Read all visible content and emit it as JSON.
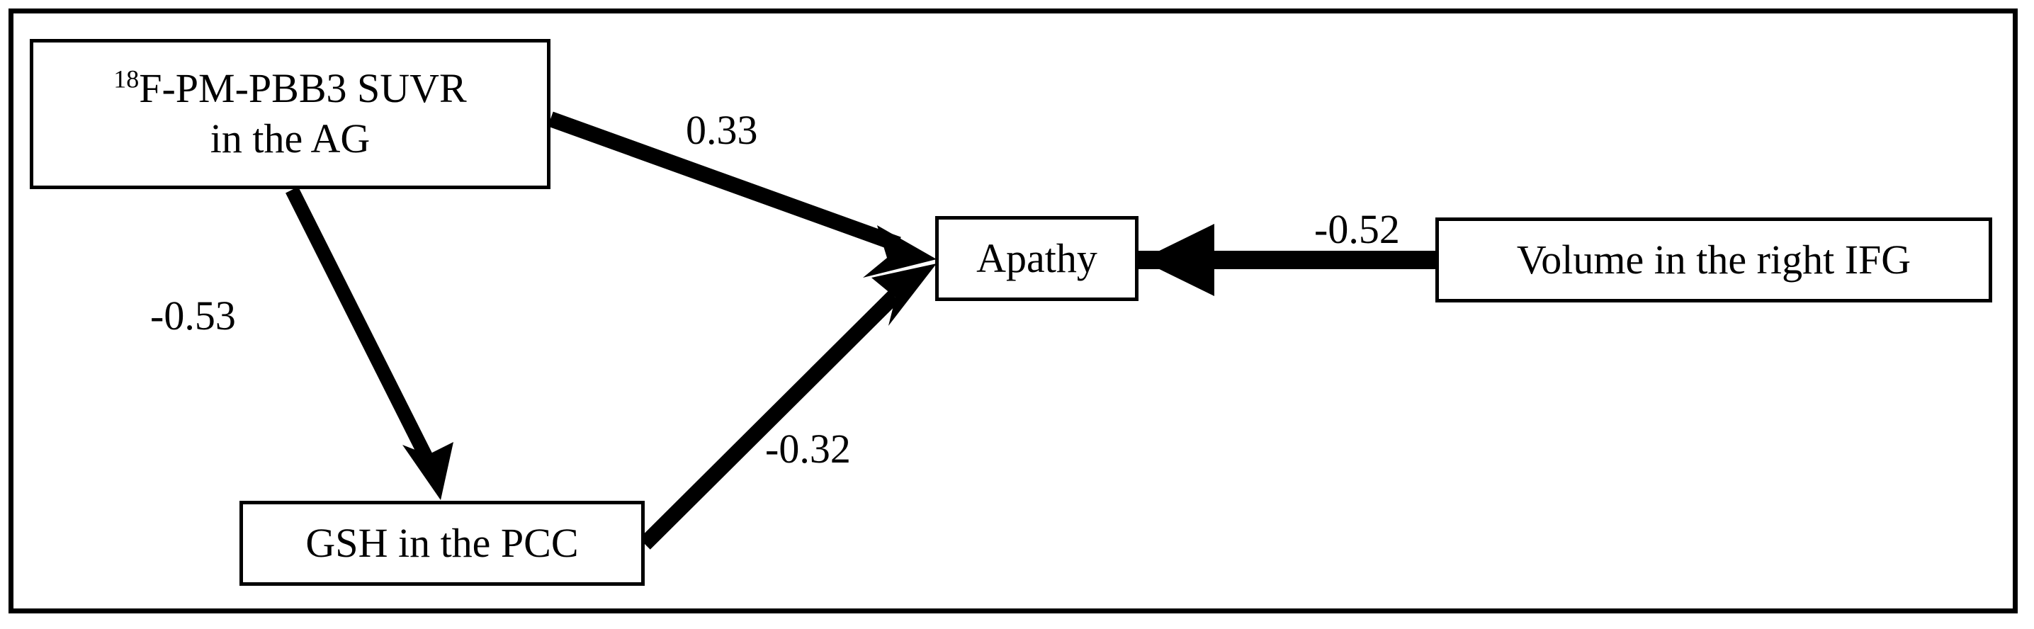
{
  "figure": {
    "type": "path-diagram",
    "frame_color": "#000000",
    "background_color": "#ffffff",
    "line_color": "#000000"
  },
  "nodes": [
    {
      "id": "suvr-ag",
      "label_line1_prefix": "18",
      "label_line1": "F-PM-PBB3 SUVR",
      "label_line2": "in the AG",
      "full_label": "18F-PM-PBB3 SUVR in the AG"
    },
    {
      "id": "apathy",
      "label": "Apathy"
    },
    {
      "id": "volume-right-ifg",
      "label": "Volume in the right IFG"
    },
    {
      "id": "gsh-pcc",
      "label": "GSH in the PCC"
    }
  ],
  "edges": [
    {
      "id": "suvr-to-apathy",
      "from": "suvr-ag",
      "to": "apathy",
      "coefficient": "0.33",
      "sign": "positive"
    },
    {
      "id": "suvr-to-gsh",
      "from": "suvr-ag",
      "to": "gsh-pcc",
      "coefficient": "-0.53",
      "sign": "negative"
    },
    {
      "id": "gsh-to-apathy",
      "from": "gsh-pcc",
      "to": "apathy",
      "coefficient": "-0.32",
      "sign": "negative"
    },
    {
      "id": "volume-to-apathy",
      "from": "volume-right-ifg",
      "to": "apathy",
      "coefficient": "-0.52",
      "sign": "negative"
    }
  ],
  "labels": {
    "suvr_to_apathy": "0.33",
    "suvr_to_gsh": "-0.53",
    "gsh_to_apathy": "-0.32",
    "volume_to_apathy": "-0.52"
  }
}
